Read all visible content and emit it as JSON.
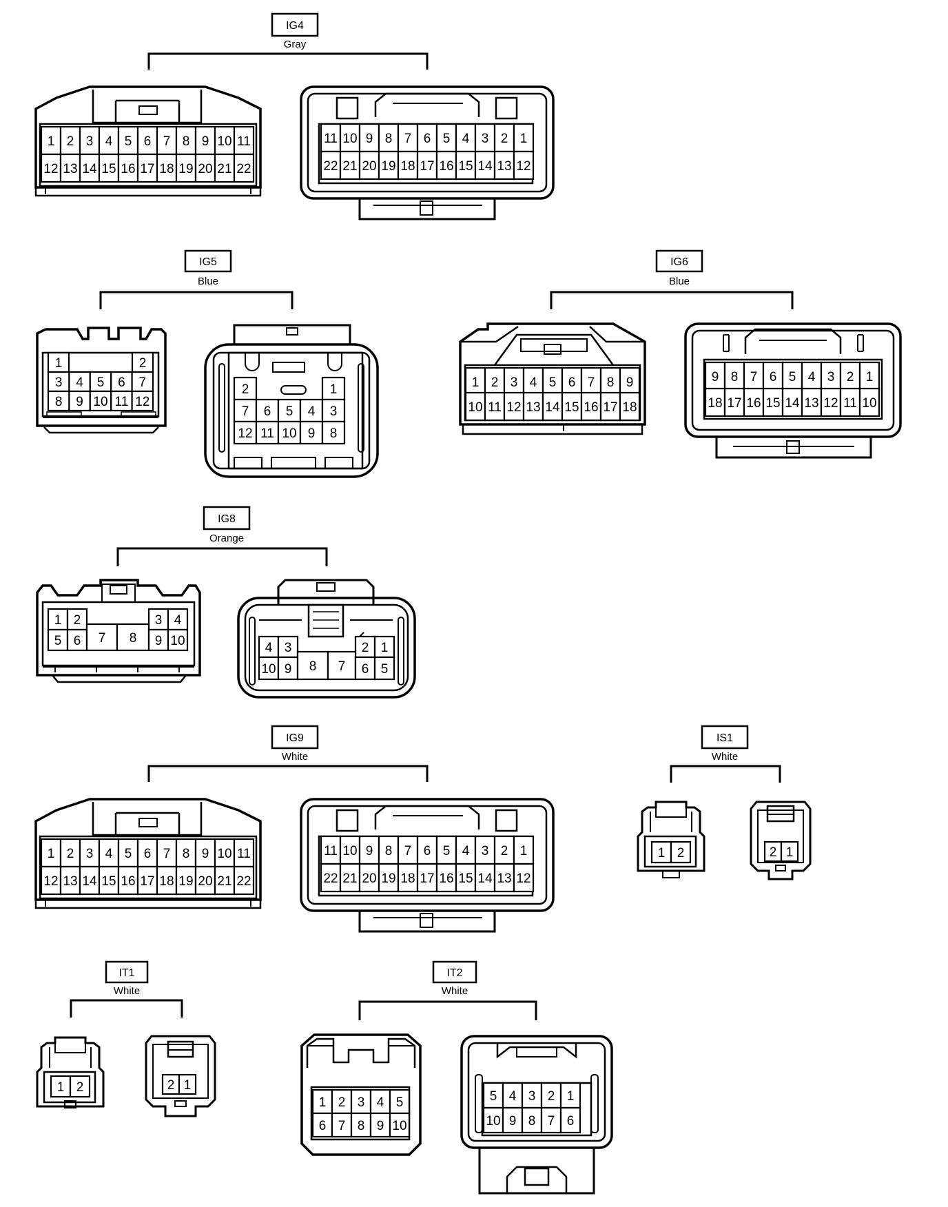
{
  "connectors": [
    {
      "id": "ig4",
      "code": "IG4",
      "color": "Gray",
      "left_pins": [
        [
          "1",
          "2",
          "3",
          "4",
          "5",
          "6",
          "7",
          "8",
          "9",
          "10",
          "11"
        ],
        [
          "12",
          "13",
          "14",
          "15",
          "16",
          "17",
          "18",
          "19",
          "20",
          "21",
          "22"
        ]
      ],
      "right_pins": [
        [
          "11",
          "10",
          "9",
          "8",
          "7",
          "6",
          "5",
          "4",
          "3",
          "2",
          "1"
        ],
        [
          "22",
          "21",
          "20",
          "19",
          "18",
          "17",
          "16",
          "15",
          "14",
          "13",
          "12"
        ]
      ]
    },
    {
      "id": "ig5",
      "code": "IG5",
      "color": "Blue",
      "left_pins": [
        [
          "1",
          "2"
        ],
        [
          "3",
          "4",
          "5",
          "6",
          "7"
        ],
        [
          "8",
          "9",
          "10",
          "11",
          "12"
        ]
      ],
      "right_pins": [
        [
          "2",
          "1"
        ],
        [
          "7",
          "6",
          "5",
          "4",
          "3"
        ],
        [
          "12",
          "11",
          "10",
          "9",
          "8"
        ]
      ]
    },
    {
      "id": "ig6",
      "code": "IG6",
      "color": "Blue",
      "left_pins": [
        [
          "1",
          "2",
          "3",
          "4",
          "5",
          "6",
          "7",
          "8",
          "9"
        ],
        [
          "10",
          "11",
          "12",
          "13",
          "14",
          "15",
          "16",
          "17",
          "18"
        ]
      ],
      "right_pins": [
        [
          "9",
          "8",
          "7",
          "6",
          "5",
          "4",
          "3",
          "2",
          "1"
        ],
        [
          "18",
          "17",
          "16",
          "15",
          "14",
          "13",
          "12",
          "11",
          "10"
        ]
      ]
    },
    {
      "id": "ig8",
      "code": "IG8",
      "color": "Orange",
      "left_pins": [
        [
          "1",
          "2",
          "3",
          "4"
        ],
        [
          "5",
          "6",
          "7",
          "8",
          "9",
          "10"
        ]
      ],
      "right_pins": [
        [
          "4",
          "3",
          "2",
          "1"
        ],
        [
          "10",
          "9",
          "8",
          "7",
          "6",
          "5"
        ]
      ]
    },
    {
      "id": "ig9",
      "code": "IG9",
      "color": "White",
      "left_pins": [
        [
          "1",
          "2",
          "3",
          "4",
          "5",
          "6",
          "7",
          "8",
          "9",
          "10",
          "11"
        ],
        [
          "12",
          "13",
          "14",
          "15",
          "16",
          "17",
          "18",
          "19",
          "20",
          "21",
          "22"
        ]
      ],
      "right_pins": [
        [
          "11",
          "10",
          "9",
          "8",
          "7",
          "6",
          "5",
          "4",
          "3",
          "2",
          "1"
        ],
        [
          "22",
          "21",
          "20",
          "19",
          "18",
          "17",
          "16",
          "15",
          "14",
          "13",
          "12"
        ]
      ]
    },
    {
      "id": "is1",
      "code": "IS1",
      "color": "White",
      "left_pins": [
        [
          "1",
          "2"
        ]
      ],
      "right_pins": [
        [
          "2",
          "1"
        ]
      ]
    },
    {
      "id": "it1",
      "code": "IT1",
      "color": "White",
      "left_pins": [
        [
          "1",
          "2"
        ]
      ],
      "right_pins": [
        [
          "2",
          "1"
        ]
      ]
    },
    {
      "id": "it2",
      "code": "IT2",
      "color": "White",
      "left_pins": [
        [
          "1",
          "2",
          "3",
          "4",
          "5"
        ],
        [
          "6",
          "7",
          "8",
          "9",
          "10"
        ]
      ],
      "right_pins": [
        [
          "5",
          "4",
          "3",
          "2",
          "1"
        ],
        [
          "10",
          "9",
          "8",
          "7",
          "6"
        ]
      ]
    }
  ]
}
